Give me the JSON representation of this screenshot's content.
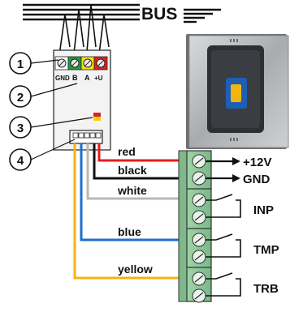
{
  "bus_label": "BUS",
  "callouts": [
    "1",
    "2",
    "3",
    "4"
  ],
  "terminal_labels": [
    "GND",
    "B",
    "A",
    "+U"
  ],
  "wire_labels": {
    "red": "red",
    "black": "black",
    "white": "white",
    "blue": "blue",
    "yellow": "yellow"
  },
  "outputs": {
    "v12": "+12V",
    "gnd": "GND",
    "inp": "INP",
    "tmp": "TMP",
    "trb": "TRB"
  },
  "colors": {
    "red_wire": "#e41b1b",
    "black_wire": "#111111",
    "white_wire": "#b8b8b8",
    "blue_wire": "#1e6fd0",
    "yellow_wire": "#f3b410",
    "terminal_green": "#8fc89a",
    "led_red": "#e02020",
    "led_yellow": "#f4d20a"
  }
}
